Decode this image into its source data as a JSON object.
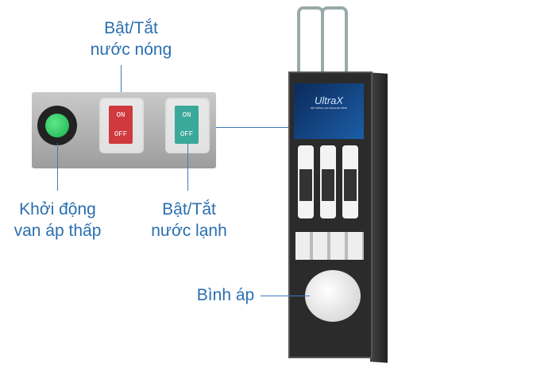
{
  "labels": {
    "hot_water_switch": [
      "Bật/Tắt",
      "nước nóng"
    ],
    "cold_water_switch": [
      "Bật/Tắt",
      "nước lạnh"
    ],
    "low_pressure_valve": [
      "Khởi động",
      "van áp thấp"
    ],
    "pressure_tank": "Bình áp"
  },
  "switches": {
    "on": "ON",
    "off": "OFF"
  },
  "product_screen": {
    "brand": "UltraX",
    "tagline": "HỆ THỐNG LỌC SẠCH ĐA TẦNG"
  },
  "colors": {
    "label": "#2a6fb0",
    "hot_switch": "#d0393e",
    "cold_switch": "#3aa89a",
    "power_button": "#1fbf55"
  }
}
